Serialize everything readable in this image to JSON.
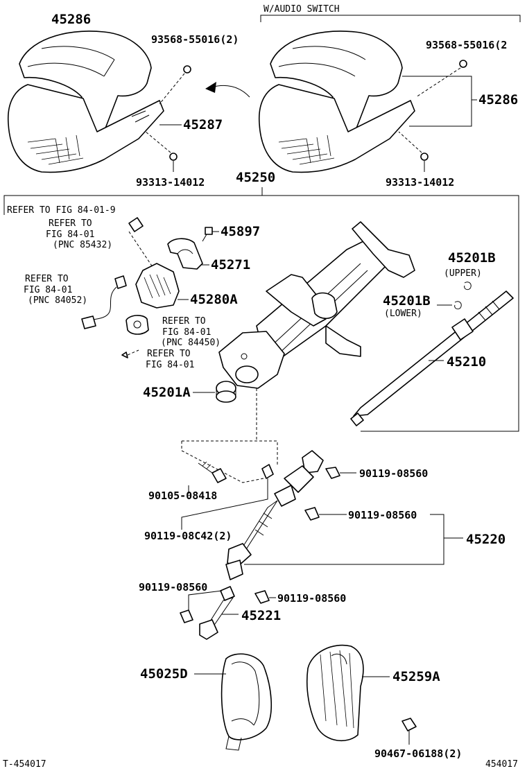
{
  "header": {
    "variant_label": "W/AUDIO SWITCH"
  },
  "parts": {
    "p45286_left": "45286",
    "p93568_left": "93568-55016(2)",
    "p45287": "45287",
    "p93313_left": "93313-14012",
    "p93568_right": "93568-55016(2",
    "p45286_right": "45286",
    "p93313_right": "93313-14012",
    "p45250": "45250",
    "p45897": "45897",
    "p45271": "45271",
    "p45280a": "45280A",
    "p45201b_upper": "45201B",
    "upper": "(UPPER)",
    "p45201b_lower": "45201B",
    "lower": "(LOWER)",
    "p45210": "45210",
    "p45201a": "45201A",
    "p90119_a": "90119-08560",
    "p90105": "90105-08418",
    "p90119_b": "90119-08560",
    "p90119_c42": "90119-08C42(2)",
    "p45220": "45220",
    "p90119_c": "90119-08560",
    "p90119_d": "90119-08560",
    "p45221": "45221",
    "p45025d": "45025D",
    "p45259a": "45259A",
    "p90467": "90467-06188(2)"
  },
  "refs": {
    "r1": "REFER TO FIG 84-01-9",
    "r2_l1": "REFER TO",
    "r2_l2": "FIG 84-01",
    "r2_l3": "(PNC 85432)",
    "r3_l1": "REFER TO",
    "r3_l2": "FIG 84-01",
    "r3_l3": "(PNC 84052)",
    "r4_l1": "REFER TO",
    "r4_l2": "FIG 84-01",
    "r4_l3": "(PNC 84450)",
    "r5_l1": "REFER TO",
    "r5_l2": "FIG 84-01"
  },
  "footer": {
    "left_code": "T-454017",
    "right_code": "454017"
  }
}
